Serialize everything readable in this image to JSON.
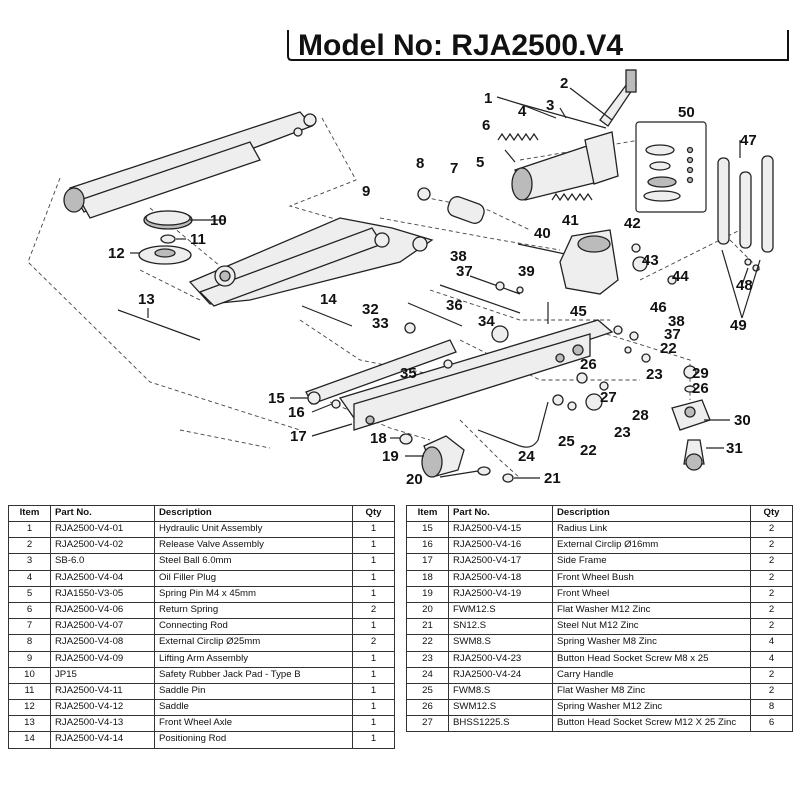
{
  "model_title": "Model No: RJA2500.V4",
  "callouts": [
    {
      "n": "1"
    },
    {
      "n": "2"
    },
    {
      "n": "3"
    },
    {
      "n": "4"
    },
    {
      "n": "5"
    },
    {
      "n": "6"
    },
    {
      "n": "7"
    },
    {
      "n": "8"
    },
    {
      "n": "9"
    },
    {
      "n": "10"
    },
    {
      "n": "11"
    },
    {
      "n": "12"
    },
    {
      "n": "13"
    },
    {
      "n": "14"
    },
    {
      "n": "15"
    },
    {
      "n": "16"
    },
    {
      "n": "17"
    },
    {
      "n": "18"
    },
    {
      "n": "19"
    },
    {
      "n": "20"
    },
    {
      "n": "21"
    },
    {
      "n": "22"
    },
    {
      "n": "22"
    },
    {
      "n": "23"
    },
    {
      "n": "23"
    },
    {
      "n": "24"
    },
    {
      "n": "25"
    },
    {
      "n": "26"
    },
    {
      "n": "26"
    },
    {
      "n": "27"
    },
    {
      "n": "28"
    },
    {
      "n": "29"
    },
    {
      "n": "30"
    },
    {
      "n": "31"
    },
    {
      "n": "32"
    },
    {
      "n": "33"
    },
    {
      "n": "34"
    },
    {
      "n": "35"
    },
    {
      "n": "36"
    },
    {
      "n": "37"
    },
    {
      "n": "37"
    },
    {
      "n": "38"
    },
    {
      "n": "38"
    },
    {
      "n": "39"
    },
    {
      "n": "40"
    },
    {
      "n": "41"
    },
    {
      "n": "42"
    },
    {
      "n": "43"
    },
    {
      "n": "44"
    },
    {
      "n": "45"
    },
    {
      "n": "46"
    },
    {
      "n": "47"
    },
    {
      "n": "48"
    },
    {
      "n": "49"
    },
    {
      "n": "50"
    }
  ],
  "table": {
    "headers": {
      "item": "Item",
      "part_no": "Part No.",
      "description": "Description",
      "qty": "Qty"
    },
    "left": [
      {
        "item": "1",
        "part_no": "RJA2500-V4-01",
        "description": "Hydraulic Unit Assembly",
        "qty": "1"
      },
      {
        "item": "2",
        "part_no": "RJA2500-V4-02",
        "description": "Release Valve Assembly",
        "qty": "1"
      },
      {
        "item": "3",
        "part_no": "SB-6.0",
        "description": "Steel Ball 6.0mm",
        "qty": "1"
      },
      {
        "item": "4",
        "part_no": "RJA2500-V4-04",
        "description": "Oil Filler Plug",
        "qty": "1"
      },
      {
        "item": "5",
        "part_no": "RJA1550-V3-05",
        "description": "Spring Pin M4 x 45mm",
        "qty": "1"
      },
      {
        "item": "6",
        "part_no": "RJA2500-V4-06",
        "description": "Return Spring",
        "qty": "2"
      },
      {
        "item": "7",
        "part_no": "RJA2500-V4-07",
        "description": "Connecting Rod",
        "qty": "1"
      },
      {
        "item": "8",
        "part_no": "RJA2500-V4-08",
        "description": "External Circlip Ø25mm",
        "qty": "2"
      },
      {
        "item": "9",
        "part_no": "RJA2500-V4-09",
        "description": "Lifting Arm Assembly",
        "qty": "1"
      },
      {
        "item": "10",
        "part_no": "JP15",
        "description": "Safety Rubber Jack Pad - Type B",
        "qty": "1"
      },
      {
        "item": "11",
        "part_no": "RJA2500-V4-11",
        "description": "Saddle Pin",
        "qty": "1"
      },
      {
        "item": "12",
        "part_no": "RJA2500-V4-12",
        "description": "Saddle",
        "qty": "1"
      },
      {
        "item": "13",
        "part_no": "RJA2500-V4-13",
        "description": "Front Wheel Axle",
        "qty": "1"
      },
      {
        "item": "14",
        "part_no": "RJA2500-V4-14",
        "description": "Positioning Rod",
        "qty": "1"
      }
    ],
    "right": [
      {
        "item": "15",
        "part_no": "RJA2500-V4-15",
        "description": "Radius Link",
        "qty": "2"
      },
      {
        "item": "16",
        "part_no": "RJA2500-V4-16",
        "description": "External Circlip Ø16mm",
        "qty": "2"
      },
      {
        "item": "17",
        "part_no": "RJA2500-V4-17",
        "description": "Side Frame",
        "qty": "2"
      },
      {
        "item": "18",
        "part_no": "RJA2500-V4-18",
        "description": "Front Wheel Bush",
        "qty": "2"
      },
      {
        "item": "19",
        "part_no": "RJA2500-V4-19",
        "description": "Front Wheel",
        "qty": "2"
      },
      {
        "item": "20",
        "part_no": "FWM12.S",
        "description": "Flat Washer M12 Zinc",
        "qty": "2"
      },
      {
        "item": "21",
        "part_no": "SN12.S",
        "description": "Steel Nut M12 Zinc",
        "qty": "2"
      },
      {
        "item": "22",
        "part_no": "SWM8.S",
        "description": "Spring Washer M8 Zinc",
        "qty": "4"
      },
      {
        "item": "23",
        "part_no": "RJA2500-V4-23",
        "description": "Button Head Socket Screw M8 x 25",
        "qty": "4"
      },
      {
        "item": "24",
        "part_no": "RJA2500-V4-24",
        "description": "Carry Handle",
        "qty": "2"
      },
      {
        "item": "25",
        "part_no": "FWM8.S",
        "description": "Flat Washer M8 Zinc",
        "qty": "2"
      },
      {
        "item": "26",
        "part_no": "SWM12.S",
        "description": "Spring Washer M12 Zinc",
        "qty": "8"
      },
      {
        "item": "27",
        "part_no": "BHSS1225.S",
        "description": "Button Head Socket Screw M12 X 25 Zinc",
        "qty": "6"
      }
    ]
  }
}
